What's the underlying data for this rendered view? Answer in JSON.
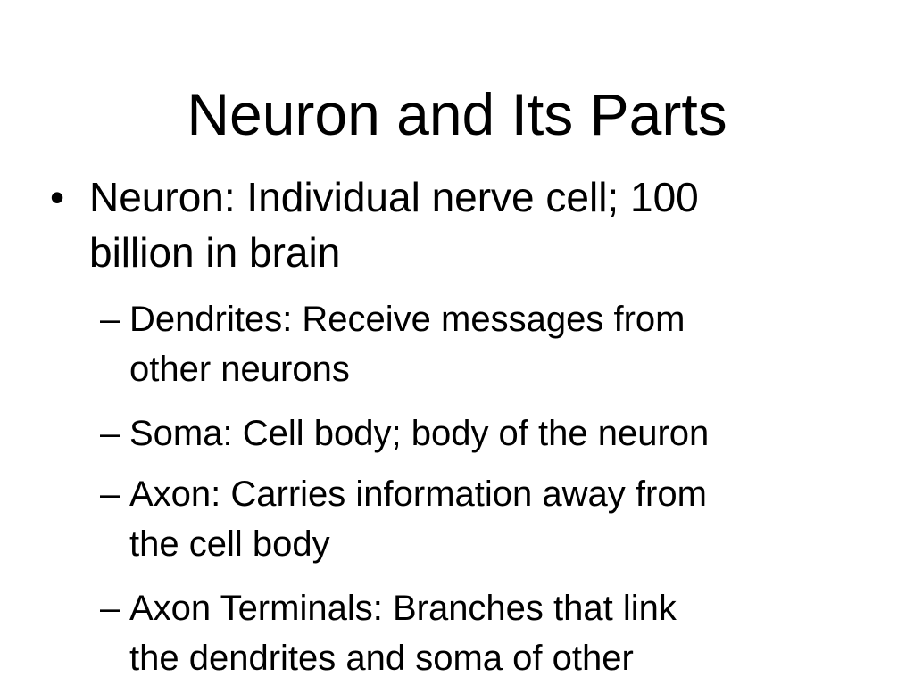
{
  "slide": {
    "title": "Neuron and Its Parts",
    "bullets": [
      {
        "marker": "•",
        "text": "Neuron: Individual nerve cell; 100 billion in brain",
        "line1": "Neuron: Individual nerve cell; 100",
        "line2": "billion in brain"
      }
    ],
    "sub_bullets": [
      {
        "marker": "–",
        "line1": "Dendrites: Receive messages from",
        "line2": "other neurons"
      },
      {
        "marker": "–",
        "line1": "Soma: Cell body; body of the neuron"
      },
      {
        "marker": "–",
        "line1": "Axon: Carries information away from",
        "line2": "the cell body"
      },
      {
        "marker": "–",
        "line1": "Axon Terminals: Branches that link",
        "line2": "the dendrites and soma of other"
      }
    ]
  }
}
